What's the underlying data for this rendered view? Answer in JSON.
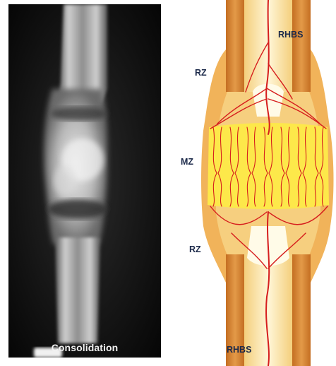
{
  "xray": {
    "caption": "Consolidation"
  },
  "diagram": {
    "labels": {
      "rhbs_top": "RHBS",
      "rz_top": "RZ",
      "mz": "MZ",
      "rz_bottom": "RZ",
      "rhbs_bottom": "RHBS"
    },
    "colors": {
      "cortex": "#d98a3a",
      "marrow": "#f7e3a8",
      "callus": "#f2b860",
      "mineralized_zone": "#fde84a",
      "vessels": "#d61d1d"
    }
  }
}
